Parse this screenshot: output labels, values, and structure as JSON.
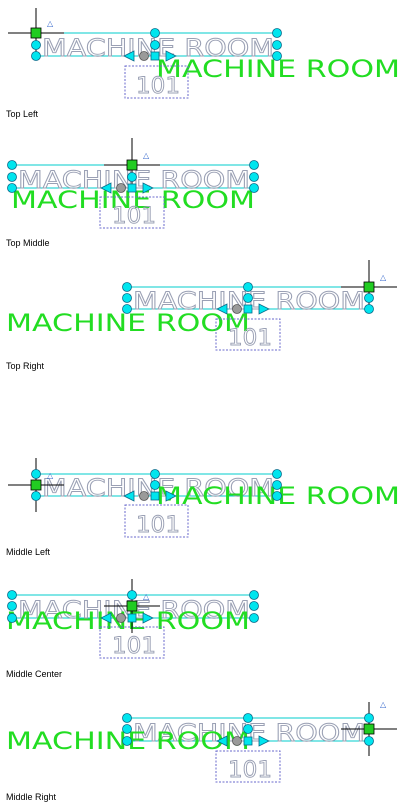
{
  "label": {
    "main": "MACHINE  ROOM",
    "ghost": "MACHINE  ROOM",
    "number": "101"
  },
  "colors": {
    "grip": "#00e5ee",
    "grip_stroke": "#0a6a8a",
    "base_grip": "#22cc22",
    "guide_line": "#00cccc",
    "text_main": "#22dd22",
    "text_ghost": "#9aa0b4",
    "box_dashed": "#6a6acc",
    "crosshair": "#000000",
    "round_grip_gray": "#9a9a9a"
  },
  "panels": [
    {
      "key": "top-left",
      "caption": "Top Left"
    },
    {
      "key": "top-middle",
      "caption": "Top Middle"
    },
    {
      "key": "top-right",
      "caption": "Top Right"
    },
    {
      "key": "middle-left",
      "caption": "Middle Left"
    },
    {
      "key": "middle-center",
      "caption": "Middle Center"
    },
    {
      "key": "middle-right",
      "caption": "Middle Right"
    }
  ]
}
